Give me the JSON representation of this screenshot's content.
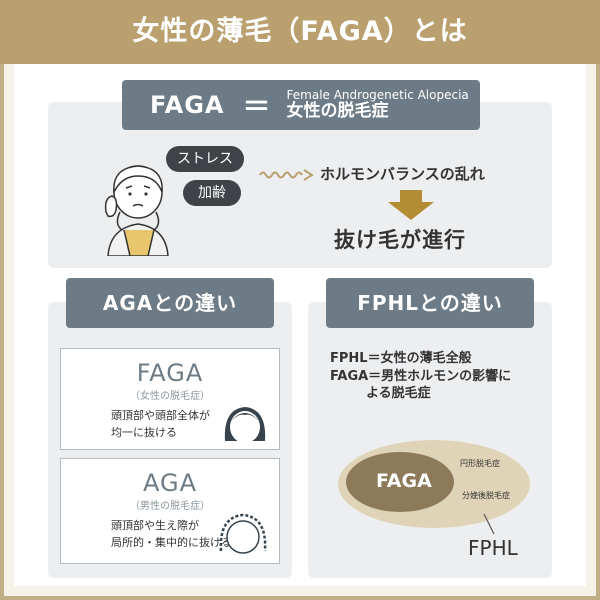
{
  "title": "女性の薄毛（FAGA）とは",
  "definition": {
    "abbr": "FAGA",
    "equals": "＝",
    "english": "Female Androgenetic Alopecia",
    "japanese": "女性の脱毛症"
  },
  "causes": {
    "bubble1": "ストレス",
    "bubble2": "加齢",
    "effect": "ホルモンバランスの乱れ",
    "result": "抜け毛が進行"
  },
  "aga_section": {
    "heading": "AGAとの違い",
    "faga_card": {
      "title": "FAGA",
      "subtitle": "（女性の脱毛症）",
      "desc_line1": "頭頂部や頭部全体が",
      "desc_line2": "均一に抜ける"
    },
    "aga_card": {
      "title": "AGA",
      "subtitle": "（男性の脱毛症）",
      "desc_line1": "頭頂部や生え際が",
      "desc_line2": "局所的・集中的に抜ける"
    }
  },
  "fphl_section": {
    "heading": "FPHLとの違い",
    "line1": "FPHL＝女性の薄毛全般",
    "line2": "FAGA＝男性ホルモンの影響に",
    "line3": "よる脱毛症",
    "inner_label": "FAGA",
    "label_circular": "円形脱毛症",
    "label_postpartum": "分娩後脱毛症",
    "outer_label": "FPHL"
  },
  "colors": {
    "gold": "#b9a06e",
    "slate": "#6c7b85",
    "ellipse_outer": "#e0d4b8",
    "ellipse_inner": "#8c7a5b"
  }
}
